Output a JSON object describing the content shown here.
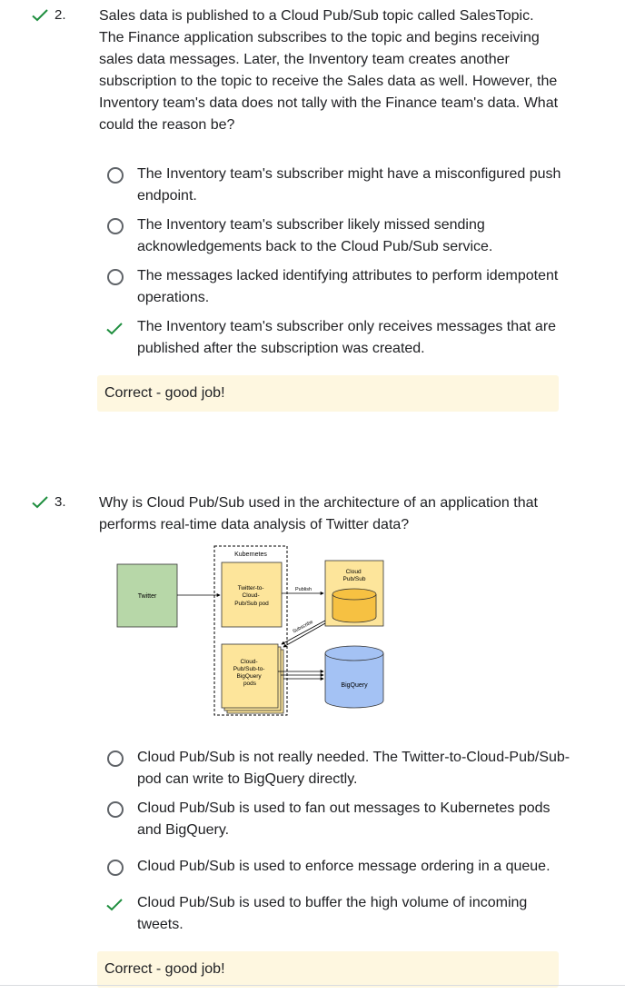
{
  "questions": [
    {
      "number": "2.",
      "text": "Sales data is published to a Cloud Pub/Sub topic called SalesTopic. The Finance application subscribes to the topic and begins receiving sales data messages. Later, the Inventory team creates another subscription to the topic to receive the Sales data as well. However, the Inventory team's data does not tally with the Finance team's data. What could the reason be?",
      "options": [
        "The Inventory team's subscriber might have a misconfigured push endpoint.",
        "The Inventory team's subscriber likely missed sending acknowledgements back to the Cloud Pub/Sub service.",
        "The messages lacked identifying attributes to perform idempotent operations.",
        "The Inventory team's subscriber only receives messages that are published after the subscription was created."
      ],
      "correct_index": 3,
      "feedback": "Correct - good job!"
    },
    {
      "number": "3.",
      "text": "Why is Cloud Pub/Sub used in the architecture of an application that performs real-time data analysis of Twitter data?",
      "diagram": {
        "kubernetes": "Kubernetes",
        "twitter": "Twitter",
        "pod1": [
          "Twitter-to-",
          "Cloud-",
          "Pub/Sub pod"
        ],
        "pod2": [
          "Cloud-",
          "Pub/Sub-to-",
          "BigQuery",
          "pods"
        ],
        "pubsub": [
          "Cloud",
          "Pub/Sub"
        ],
        "bigquery": "BigQuery",
        "publish": "Publish",
        "subscribe": "Subscribe"
      },
      "options": [
        "Cloud Pub/Sub is not really needed. The Twitter-to-Cloud-Pub/Sub-pod can write to BigQuery directly.",
        "Cloud Pub/Sub is used to fan out messages to Kubernetes pods and BigQuery.",
        "Cloud Pub/Sub is used to enforce message ordering in a queue.",
        "Cloud Pub/Sub is used to buffer the high volume of incoming tweets."
      ],
      "correct_index": 3,
      "feedback": "Correct - good job!"
    }
  ],
  "colors": {
    "check_green": "#1e8e3e",
    "feedback_bg": "#fef7e0",
    "radio_border": "#5f6368",
    "twitter_box": "#b7d7a8",
    "pod_box": "#fde59b",
    "pubsub_cylinder": "#f6c142",
    "bigquery_cylinder": "#a4c2f4"
  },
  "icons": {
    "status": "check-icon",
    "option_unselected": "radio-unselected-icon",
    "option_correct": "check-icon"
  }
}
